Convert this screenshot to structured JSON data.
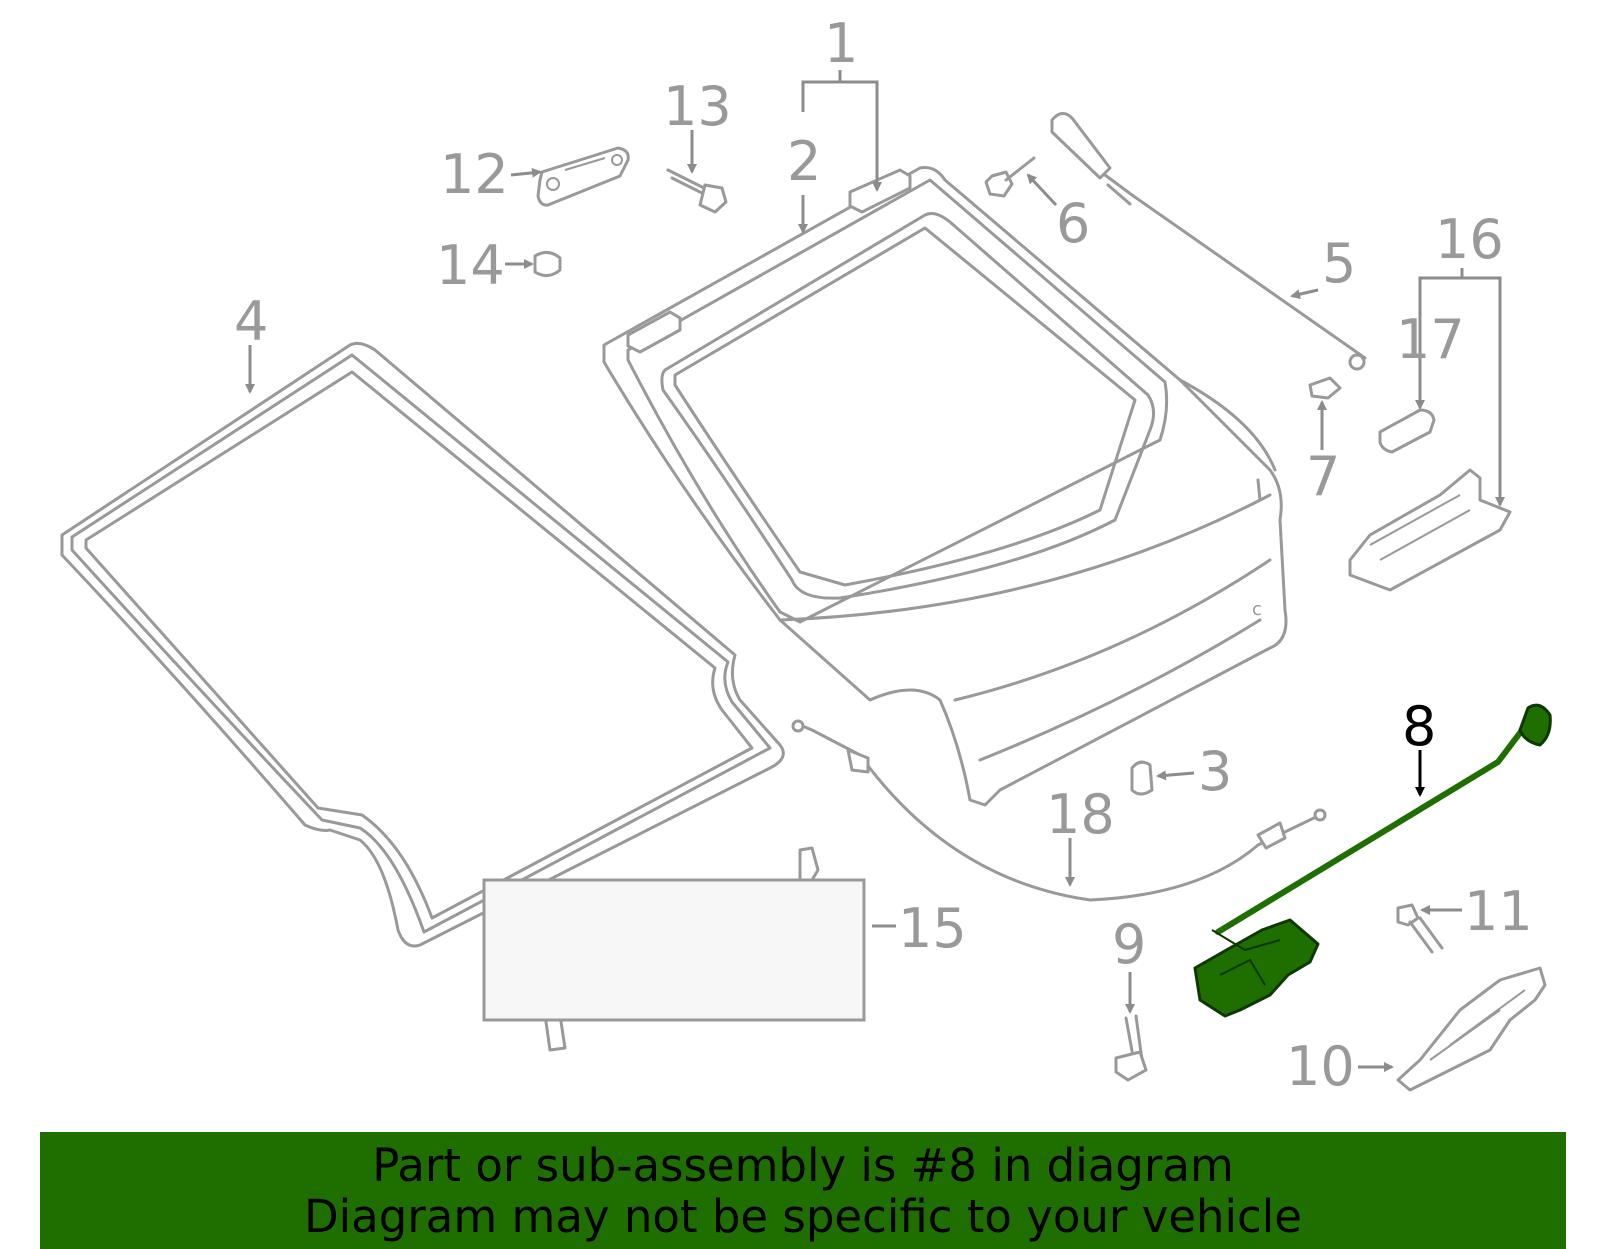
{
  "callouts": {
    "c1": "1",
    "c2": "2",
    "c3": "3",
    "c4": "4",
    "c5": "5",
    "c6": "6",
    "c7": "7",
    "c8": "8",
    "c9": "9",
    "c10": "10",
    "c11": "11",
    "c12": "12",
    "c13": "13",
    "c14": "14",
    "c15": "15",
    "c16": "16",
    "c17": "17",
    "c18": "18"
  },
  "highlighted_part": "8",
  "highlight_color": "#1f6e00",
  "banner": {
    "line1": "Part or sub-assembly is #8 in diagram",
    "line2": "Diagram may not be specific to your vehicle"
  }
}
